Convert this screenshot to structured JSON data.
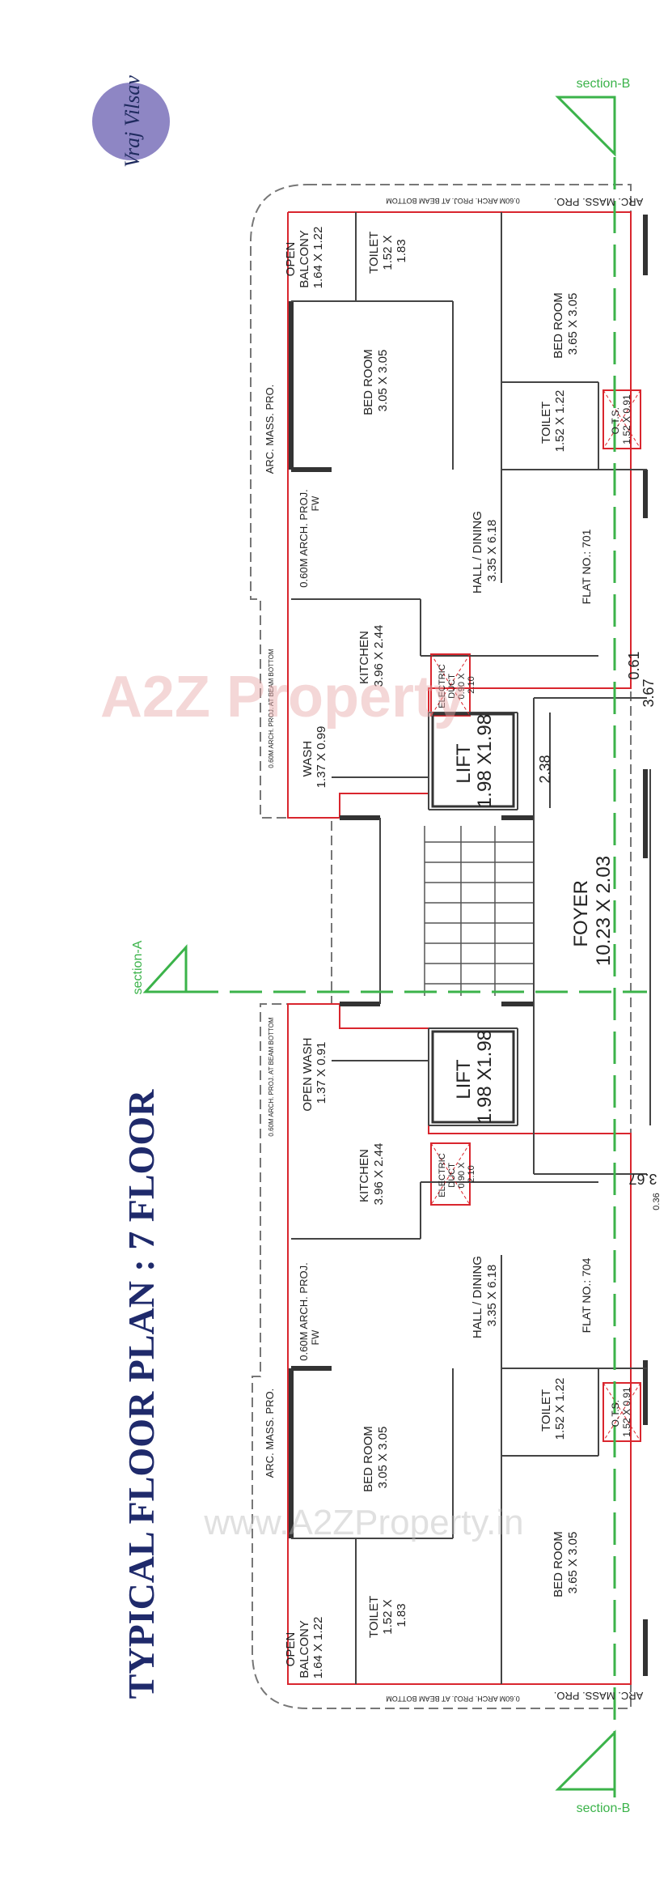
{
  "title": "TYPICAL FLOOR PLAN : 7 FLOOR",
  "logo": {
    "text": "Vraj Vilsav",
    "color": "#8e86c4"
  },
  "watermark": {
    "brand": "A2Z Property",
    "url": "www.A2ZProperty.in"
  },
  "sections": {
    "a": "section-A",
    "b_top": "section-B",
    "b_bottom": "section-B"
  },
  "flats": {
    "top": {
      "flat_no": "FLAT NO.: 701",
      "open_balcony": [
        "OPEN",
        "BALCONY",
        "1.64 X 1.22"
      ],
      "toilet_a": [
        "TOILET",
        "1.52 X",
        "1.83"
      ],
      "bed_room_a": [
        "BED ROOM",
        "3.05 X 3.05"
      ],
      "bed_room_b": [
        "BED ROOM",
        "3.65 X 3.05"
      ],
      "toilet_b": [
        "TOILET",
        "1.52 X 1.22"
      ],
      "ots": [
        "O.T.S.",
        "1.52 X 0.91"
      ],
      "hall": [
        "HALL / DINING",
        "3.35 X 6.18"
      ],
      "kitchen": [
        "KITCHEN",
        "3.96 X 2.44"
      ],
      "wash": [
        "WASH",
        "1.37 X 0.99"
      ],
      "electric_duct": [
        "ELECTRIC",
        "DUCT",
        "0.90 X",
        "2.10"
      ],
      "arch_proj": "0.60M ARCH. PROJ.",
      "fw": "FW",
      "arc_mass_pro": "ARC. MASS. PRO.",
      "arc_mass_pro_b": "ARC. MASS. PRO.",
      "arch_proj_beam": "0.60M ARCH. PROJ. AT BEAM BOTTOM",
      "arch_proj_beam_small": "0.60M ARCH. PROJ. AT BEAM BOTTOM",
      "dim_061": "0.61",
      "dim_367": "3.67"
    },
    "bottom": {
      "flat_no": "FLAT NO.: 704",
      "open_balcony": [
        "OPEN",
        "BALCONY",
        "1.64 X 1.22"
      ],
      "toilet_a": [
        "TOILET",
        "1.52 X",
        "1.83"
      ],
      "bed_room_a": [
        "BED ROOM",
        "3.05 X 3.05"
      ],
      "bed_room_b": [
        "BED ROOM",
        "3.65 X 3.05"
      ],
      "toilet_b": [
        "TOILET",
        "1.52 X 1.22"
      ],
      "ots": [
        "O.T.S.",
        "1.52 X 0.91"
      ],
      "hall": [
        "HALL / DINING",
        "3.35 X 6.18"
      ],
      "kitchen": [
        "KITCHEN",
        "3.96 X 2.44"
      ],
      "open_wash": [
        "OPEN WASH",
        "1.37 X 0.91"
      ],
      "electric_duct": [
        "ELECTRIC",
        "DUCT",
        "0.90 X",
        "2.10"
      ],
      "arch_proj": "0.60M ARCH. PROJ.",
      "fw": "FW",
      "arc_mass_pro": "ARC. MASS. PRO.",
      "arc_mass_pro_b": "ARC. MASS. PRO.",
      "arch_proj_beam": "0.60M ARCH. PROJ. AT BEAM BOTTOM",
      "arch_proj_beam_small": "0.60M ARCH. PROJ. AT BEAM BOTTOM",
      "dim_367": "3.67",
      "dim_036": "0.36"
    }
  },
  "core": {
    "lift_top": [
      "LIFT",
      "1.98 X1.98"
    ],
    "lift_bottom": [
      "LIFT",
      "1.98 X1.98"
    ],
    "foyer": [
      "FOYER",
      "10.23 X 2.03"
    ],
    "dim_238": "2.38"
  },
  "colors": {
    "title": "#1f2a6b",
    "wall": "#333333",
    "red_line": "#d9262e",
    "green_line": "#3bb34a",
    "dash_line": "#888888"
  }
}
